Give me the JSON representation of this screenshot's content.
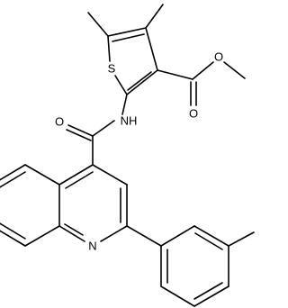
{
  "molecule": {
    "atoms": {
      "sulfur": "S",
      "carbonyl_oxygen_ester": "O",
      "ester_oxygen": "O",
      "amide_nh": "NH",
      "amide_oxygen": "O",
      "quinoline_nitrogen": "N"
    }
  }
}
